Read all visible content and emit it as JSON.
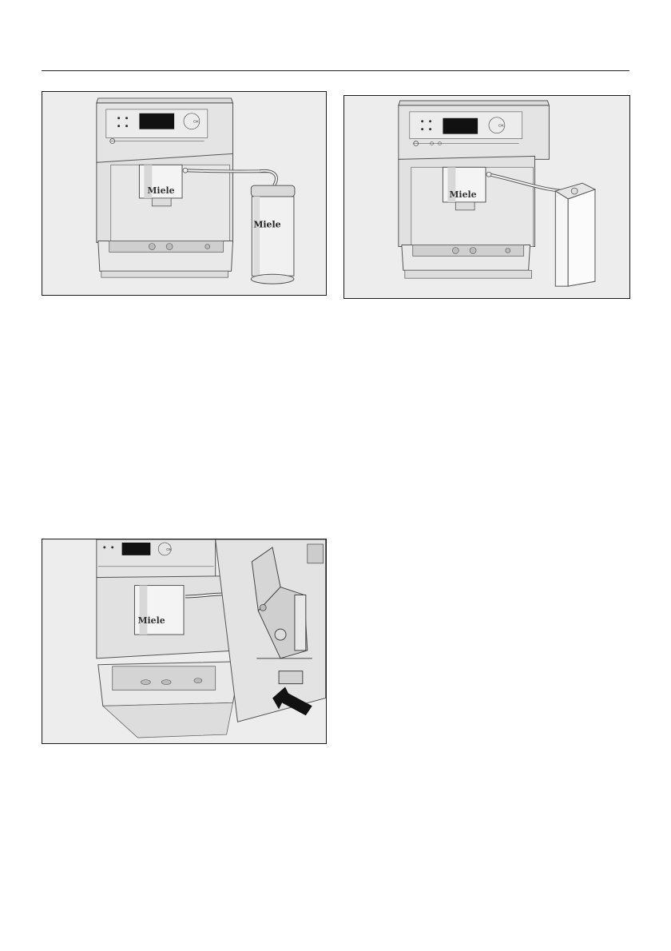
{
  "figures": [
    {
      "brand_on_machine": "Miele",
      "brand_on_container": "Miele",
      "display_label": "OK"
    },
    {
      "brand_on_machine": "Miele",
      "display_label": "OK"
    },
    {
      "brand_on_machine": "Miele",
      "display_label": "OK"
    }
  ],
  "colors": {
    "figure_background": "#ededed",
    "machine_body": "#e6e6e6",
    "outline": "#1a1a1a",
    "display": "#111111"
  },
  "icons": [
    "header-rule",
    "coffee-machine-illustration",
    "milk-container-illustration",
    "milk-carton-illustration",
    "service-door-illustration",
    "arrow-icon"
  ]
}
